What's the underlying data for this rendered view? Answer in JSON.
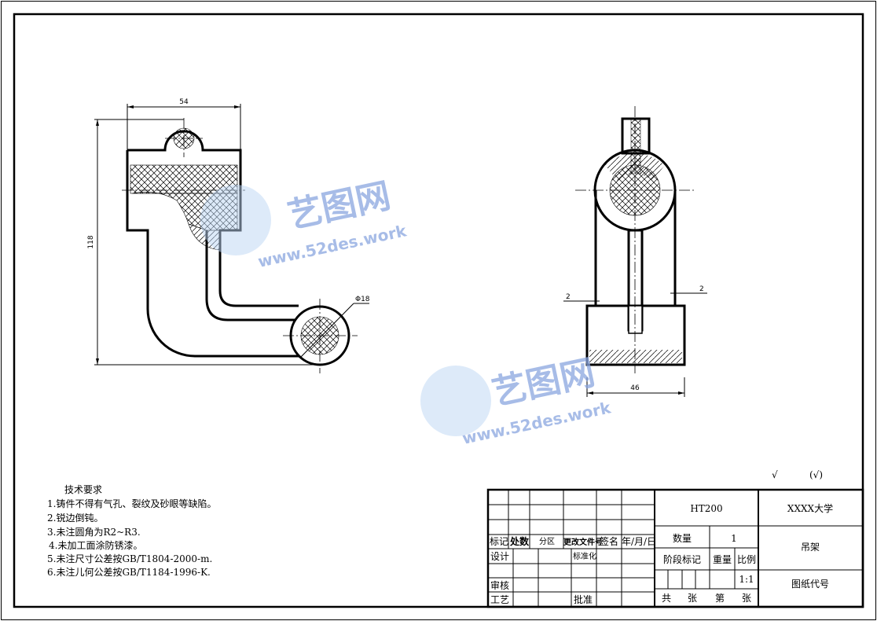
{
  "watermark": {
    "brand": "艺图网",
    "url": "www.52des.work",
    "color": "#8aa6e0"
  },
  "dimensions": {
    "width_top": "54",
    "height_left": "118",
    "diameter": "Φ18",
    "gap_left": "2",
    "gap_right": "2",
    "width_base": "46"
  },
  "roughness": {
    "symbol": "√",
    "paren_symbol": "(√)"
  },
  "technical_requirements": {
    "title": "技术要求",
    "items": [
      "1.铸件不得有气孔、裂纹及砂眼等缺陷。",
      "2.锐边倒钝。",
      "3.未注圆角为R2~R3.",
      "4.未加工面涂防锈漆。",
      "5.未注尺寸公差按GB/T1804-2000-m.",
      "6.未注儿何公差按GB/T1184-1996-K."
    ]
  },
  "title_block": {
    "rev_headers": [
      "标记",
      "处数",
      "分区",
      "更改文件号",
      "签名",
      "年/月/日"
    ],
    "design": "设计",
    "standardization": "标准化",
    "review": "审核",
    "process": "工艺",
    "approve": "批准",
    "material": "HT200",
    "quantity_label": "数量",
    "quantity_value": "1",
    "stage_mark": "阶段标记",
    "weight": "重量",
    "scale_label": "比例",
    "scale_value": "1:1",
    "total": "共",
    "sheets1": "张",
    "sheet_no": "第",
    "sheets2": "张",
    "school": "XXXX大学",
    "part_name": "吊架",
    "drawing_no": "图纸代号"
  }
}
